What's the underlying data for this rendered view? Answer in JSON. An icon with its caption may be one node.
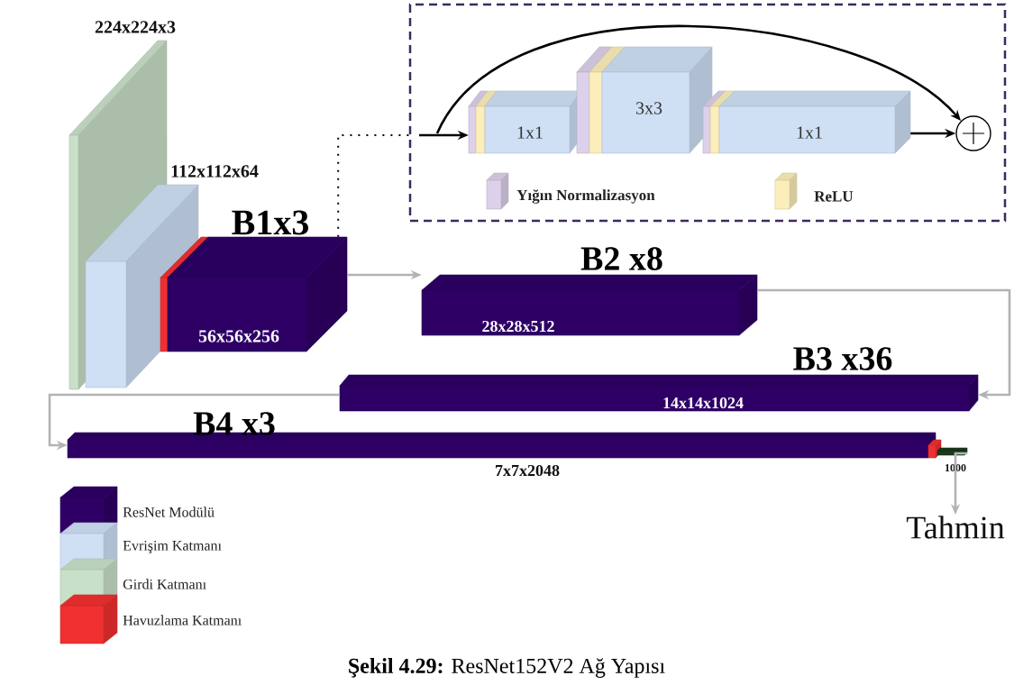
{
  "diagram": {
    "caption": "**Şekil 4.29:** ResNet152V2 Ağ Yapısı",
    "nodes": [
      {
        "text": [
          "224x224x3"
        ]
      },
      {
        "text": [
          "112x112x64"
        ]
      },
      {
        "text": [
          "B1x3",
          "56x56x256"
        ]
      },
      {
        "text": [
          "B2 x8",
          "28x28x512"
        ]
      },
      {
        "text": [
          "B3 x36",
          "14x14x1024"
        ]
      },
      {
        "text": [
          "B4 x3",
          "7x7x2048"
        ]
      },
      {
        "text": [
          "1000"
        ]
      },
      {
        "text": [
          "Tahmin"
        ]
      },
      {
        "text": [],
        "shape": "box"
      },
      {
        "text": [
          "1x1"
        ],
        "in": 8
      },
      {
        "text": [
          "3x3"
        ],
        "in": 8
      },
      {
        "text": [
          "1x1"
        ],
        "in": 8
      },
      {
        "text": [],
        "shape": "circle",
        "in": 8
      }
    ],
    "edges": [
      {
        "from": 2,
        "to": 8,
        "arrow": "none",
        "style": "dashed"
      },
      {
        "from": null,
        "to": 9,
        "arrow": "to"
      },
      {
        "from": null,
        "to": 12,
        "arrow": "to"
      },
      {
        "from": 11,
        "to": 12,
        "arrow": "to"
      },
      {
        "from": 2,
        "to": 3,
        "arrow": "to",
        "color": "#b3b3b3"
      },
      {
        "from": 3,
        "to": 4,
        "arrow": "to",
        "color": "#b3b3b3"
      },
      {
        "from": 4,
        "to": 5,
        "arrow": "to",
        "color": "#b3b3b3"
      },
      {
        "from": 6,
        "to": 7,
        "arrow": "to",
        "color": "#b3b3b3"
      }
    ],
    "legend": [
      {
        "text": "Yığın Normalizasyon",
        "color": "#dcd0ea"
      },
      {
        "text": "ReLU",
        "color": "#fbeebb"
      },
      {
        "text": "ResNet Modülü",
        "color": "#2e0066"
      },
      {
        "text": "Evrişim Katmanı",
        "color": "#cfe0f5"
      },
      {
        "text": "Girdi Katmanı",
        "color": "#c8e0c8"
      },
      {
        "text": "Havuzlama Katmanı",
        "color": "#f03030"
      }
    ]
  }
}
